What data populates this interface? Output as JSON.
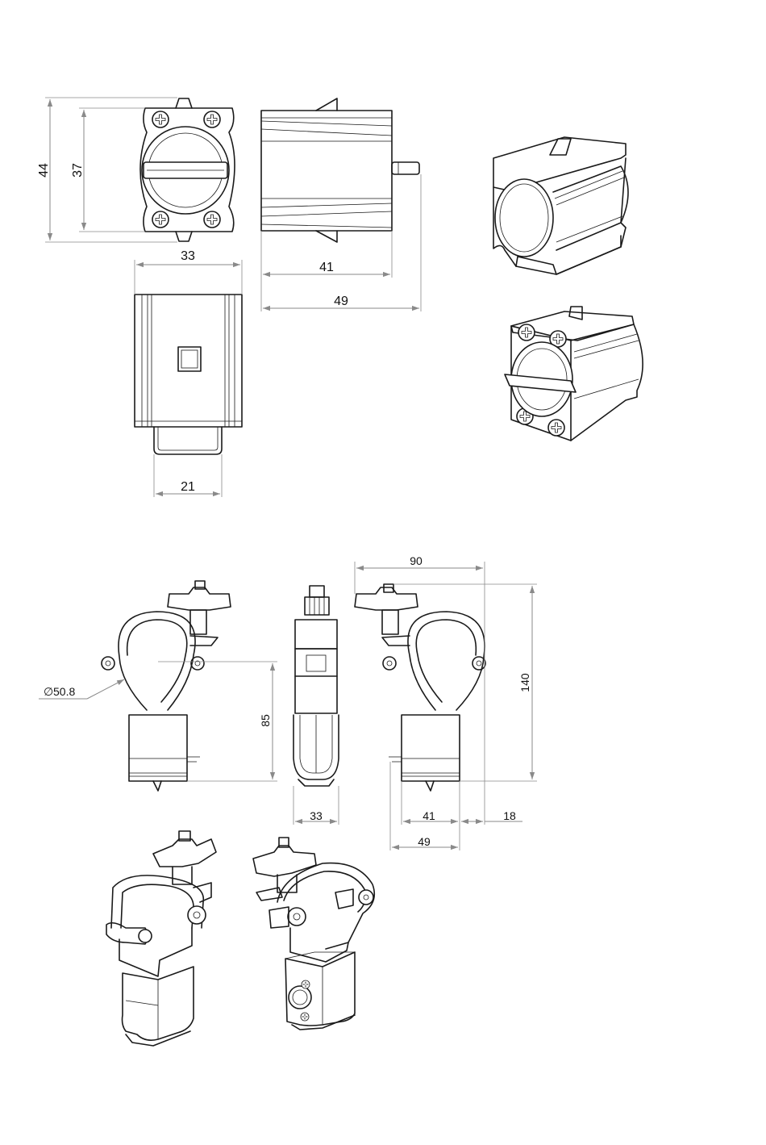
{
  "dimensions": {
    "adapter": {
      "outer_height": "44",
      "inner_height": "37",
      "width": "33",
      "body_length": "41",
      "total_length": "49",
      "pin_width": "21"
    },
    "clamp": {
      "tube_diameter_symbol": "∅",
      "tube_diameter": "50.8",
      "height_to_axis": "85",
      "width": "33",
      "total_width": "90",
      "total_height": "140",
      "body_length": "41",
      "total_length": "49",
      "offset": "18"
    }
  }
}
